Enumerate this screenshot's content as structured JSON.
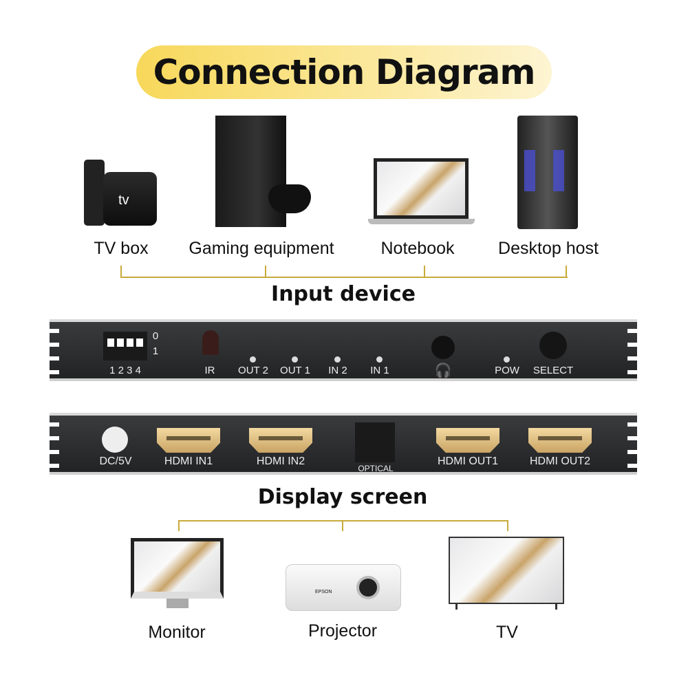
{
  "title": "Connection Diagram",
  "inputs": {
    "heading": "Input device",
    "devices": [
      {
        "label": "TV box",
        "icon": "tv-box-icon",
        "brand": "tv"
      },
      {
        "label": "Gaming equipment",
        "icon": "game-console-icon"
      },
      {
        "label": "Notebook",
        "icon": "laptop-icon"
      },
      {
        "label": "Desktop host",
        "icon": "desktop-tower-icon"
      }
    ]
  },
  "front_panel": {
    "dip_numbers": "1 2 3 4",
    "dip_states": [
      "0",
      "1"
    ],
    "ir": "IR",
    "leds": [
      "OUT 2",
      "OUT 1",
      "IN 2",
      "IN 1"
    ],
    "pow": "POW",
    "select": "SELECT"
  },
  "back_panel": {
    "ports": [
      "DC/5V",
      "HDMI IN1",
      "HDMI IN2",
      "OPTICAL",
      "HDMI OUT1",
      "HDMI OUT2"
    ]
  },
  "outputs": {
    "heading": "Display screen",
    "devices": [
      {
        "label": "Monitor",
        "icon": "monitor-icon"
      },
      {
        "label": "Projector",
        "icon": "projector-icon",
        "brand": "EPSON"
      },
      {
        "label": "TV",
        "icon": "tv-icon"
      }
    ]
  },
  "colors": {
    "accent": "#f7d85a",
    "line": "#c8aa3a",
    "panel": "#2b2c2e"
  }
}
